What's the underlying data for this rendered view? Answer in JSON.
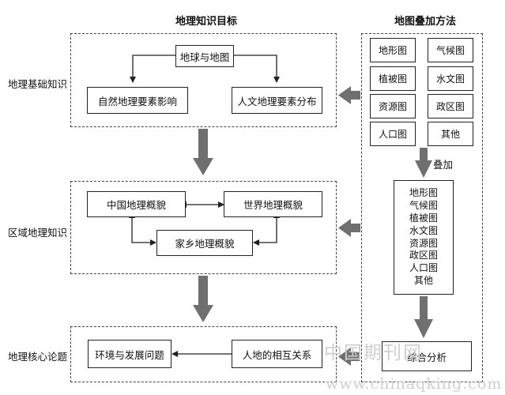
{
  "titles": {
    "left": "地理知识目标",
    "right": "地图叠加方法"
  },
  "rows": {
    "basic": "地理基础知识",
    "regional": "区域地理知识",
    "core": "地理核心论题"
  },
  "basic_section": {
    "top": "地球与地图",
    "left": "自然地理要素影响",
    "right": "人文地理要素分布"
  },
  "regional_section": {
    "left": "中国地理概貌",
    "right": "世界地理概貌",
    "bottom": "家乡地理概貌"
  },
  "core_section": {
    "left": "环境与发展问题",
    "right": "人地的相互关系"
  },
  "maps": [
    "地形图",
    "气候图",
    "植被图",
    "水文图",
    "资源图",
    "政区图",
    "人口图",
    "其他"
  ],
  "overlay_label": "叠加",
  "stack_items": [
    "地形图",
    "气候图",
    "植被图",
    "水文图",
    "资源图",
    "政区图",
    "人口图",
    "其他"
  ],
  "analysis": "综合分析",
  "watermark": {
    "cn": "中国期刊网",
    "url": "www.chinaqking.com"
  },
  "colors": {
    "gray_arrow": "#6f6f6f",
    "line": "#222222",
    "dash": "#444444"
  }
}
